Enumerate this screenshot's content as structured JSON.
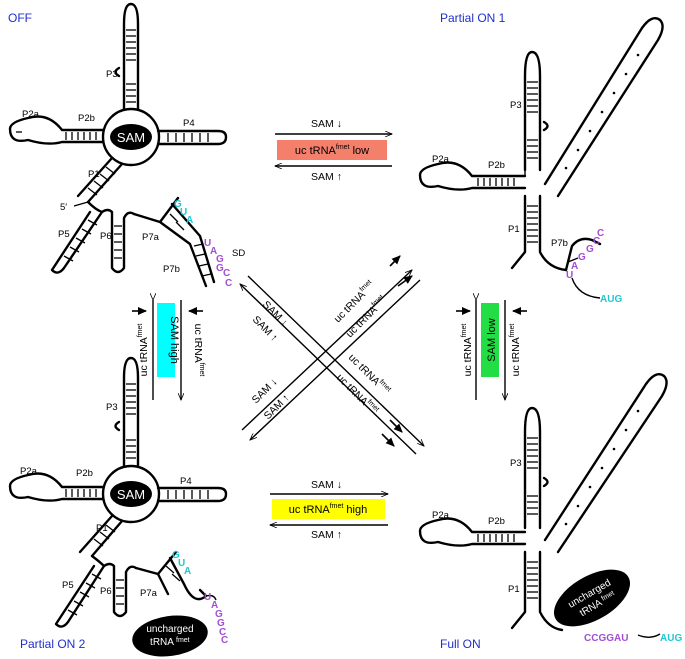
{
  "states": {
    "off": "OFF",
    "partial_on_1": "Partial ON 1",
    "partial_on_2": "Partial ON 2",
    "full_on": "Full ON"
  },
  "helices": {
    "p1": "P1",
    "p2a": "P2a",
    "p2b": "P2b",
    "p3": "P3",
    "p4": "P4",
    "p5": "P5",
    "p6": "P6",
    "p7a": "P7a",
    "p7b": "P7b",
    "five_prime": "5′",
    "sd": "SD"
  },
  "ligand": {
    "sam": "SAM",
    "uncharged_line1": "uncharged",
    "uncharged_line2": "tRNA",
    "uncharged_sup": "fmet"
  },
  "sequences": {
    "gua": [
      "G",
      "U",
      "A"
    ],
    "uaggcc": [
      "U",
      "A",
      "G",
      "G",
      "C",
      "C"
    ],
    "ccggau": "CCGGAU",
    "aug": "AUG"
  },
  "arrows": {
    "sam": "SAM",
    "uc_trna": "uc tRNA",
    "fmet": "fmet",
    "down": "↓",
    "up": "↑"
  },
  "boxes": {
    "low_trna": {
      "label": "uc tRNA",
      "sup": "fmet",
      "suffix": " low",
      "color": "#f47f6b"
    },
    "high_trna": {
      "label": "uc tRNA",
      "sup": "fmet",
      "suffix": " high",
      "color": "#ffff00"
    },
    "sam_high": {
      "label": "SAM high",
      "color": "#00ffff"
    },
    "sam_low": {
      "label": "SAM low",
      "color": "#22dd44"
    }
  },
  "colors": {
    "state_label": "#1f2fcc",
    "sequence_purple": "#a24fd1",
    "sequence_cyan": "#1fc8d0"
  }
}
